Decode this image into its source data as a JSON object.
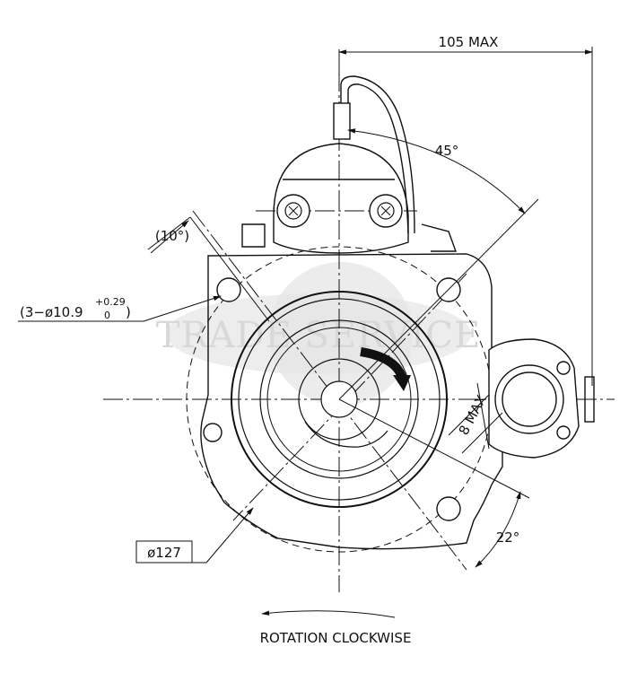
{
  "watermark": {
    "text": "TRADE SERVICE"
  },
  "dimensions": {
    "width_max": "105 MAX",
    "angle_45": "45°",
    "angle_10": "(10°)",
    "holes": "(3−ø10.9",
    "holes_tol_upper": "+0.29",
    "holes_tol_lower": "0",
    "holes_close": ")",
    "depth_max": "8 MAX",
    "angle_22": "22°",
    "diameter": "ø127"
  },
  "rotation_label": "ROTATION CLOCKWISE"
}
